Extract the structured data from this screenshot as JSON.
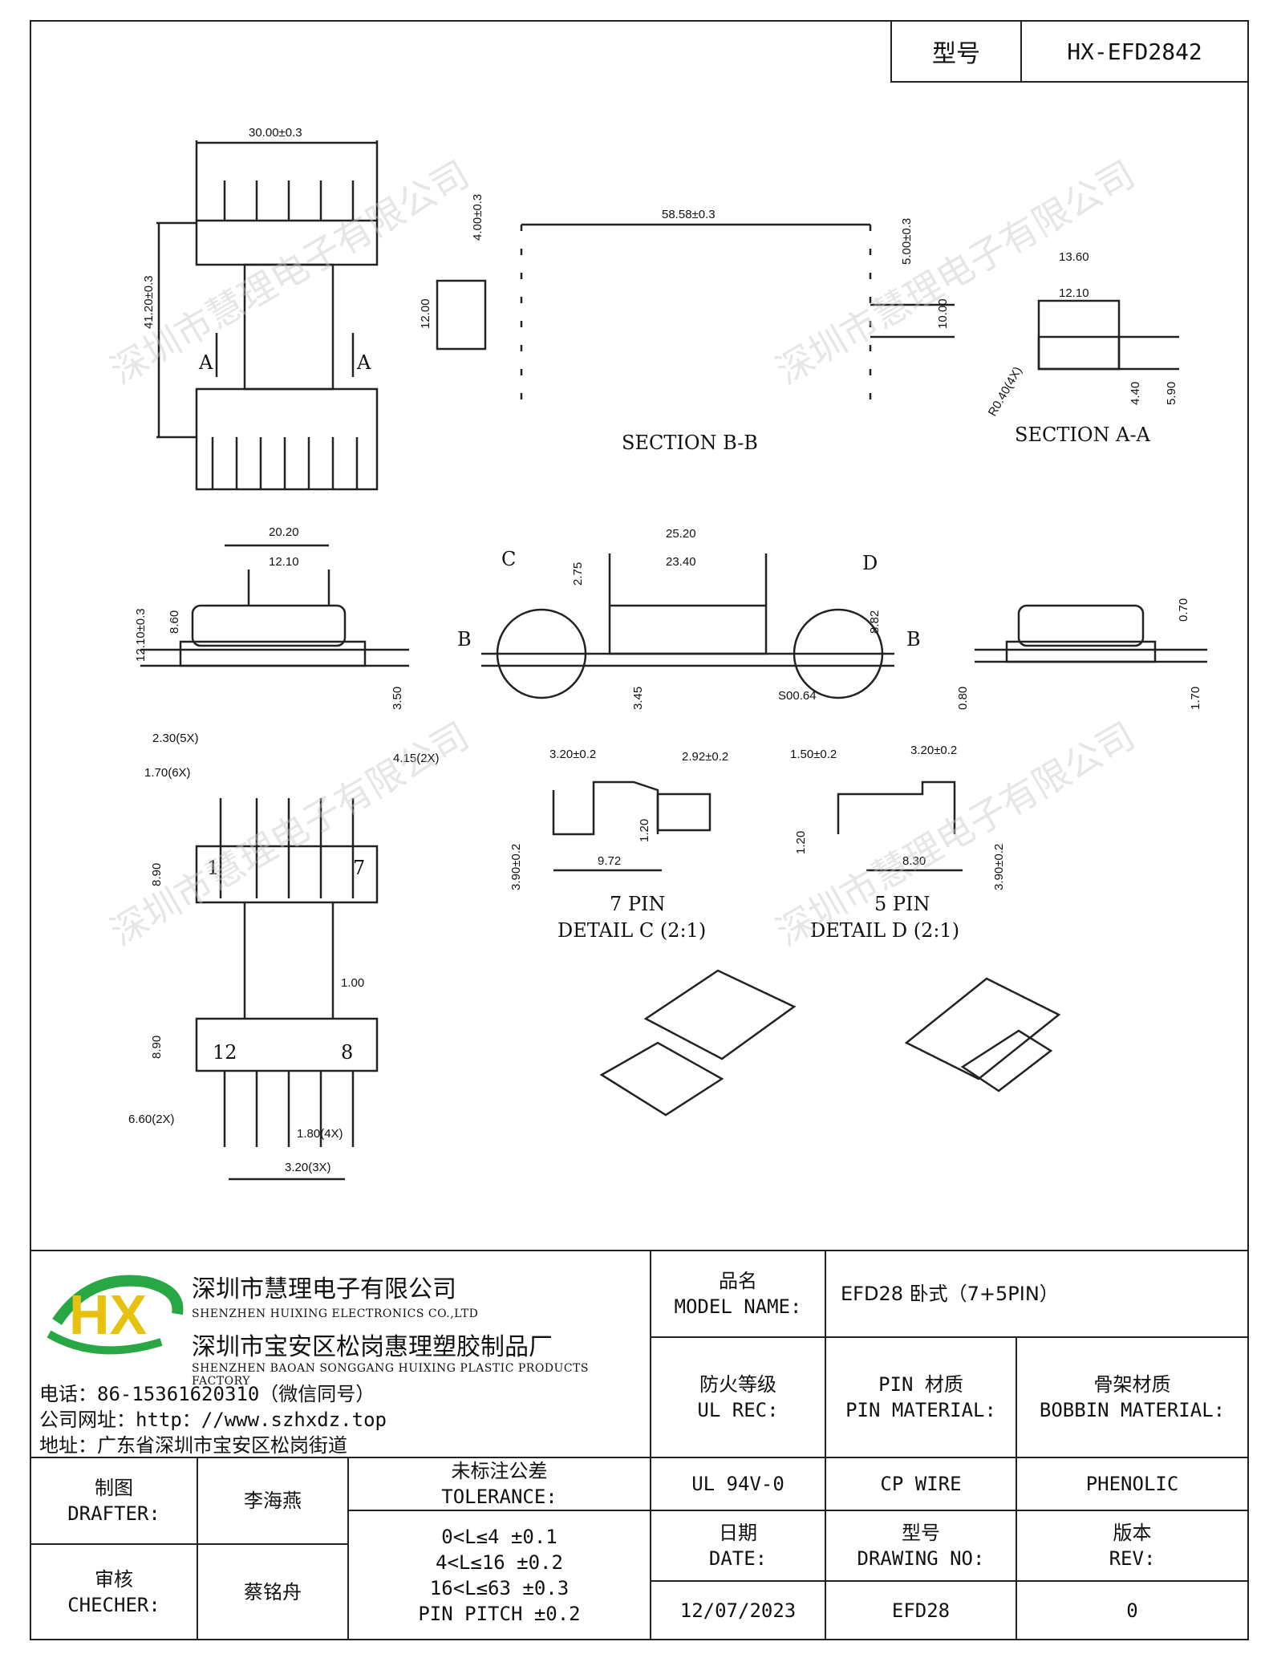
{
  "header": {
    "model_label": "型号",
    "model_value": "HX-EFD2842"
  },
  "drawing": {
    "dims_top_left": {
      "width": "30.00±0.3",
      "height": "41.20±0.3",
      "section_label_a": "A"
    },
    "section_bb": {
      "title": "SECTION B-B",
      "width": "58.58±0.3",
      "k": "4.00±0.3",
      "h1": "12.00",
      "h2": "5.00±0.3",
      "h3": "10.00"
    },
    "section_aa": {
      "title": "SECTION A-A",
      "w1": "13.60",
      "w2": "12.10",
      "r": "R0.40(4X)",
      "d1": "4.40",
      "d2": "5.90"
    },
    "mid_left": {
      "w1": "20.20",
      "w2": "12.10",
      "h1": "12.10±0.3",
      "h2": "8.60",
      "h3": "3.50"
    },
    "mid_center": {
      "c": "C",
      "d": "D",
      "b": "B",
      "w1": "25.20",
      "w2": "23.40",
      "h1": "2.75",
      "h2": "3.45",
      "h3": "8.82",
      "m": "S00.64"
    },
    "mid_right": {
      "h1": "0.70",
      "h2": "0.80",
      "h3": "1.70"
    },
    "bottom_left": {
      "d1": "2.30(5X)",
      "d2": "1.70(6X)",
      "d3": "4.15(2X)",
      "h1": "8.90",
      "h2": "8.90",
      "p1": "1",
      "p7": "7",
      "p12": "12",
      "p8": "8",
      "d4": "1.00",
      "d5": "6.60(2X)",
      "d6": "1.80(4X)",
      "d7": "3.20(3X)"
    },
    "detail_c": {
      "a": "3.20±0.2",
      "b": "2.92±0.2",
      "h": "3.90±0.2",
      "c": "1.20",
      "w": "9.72",
      "t1": "7 PIN",
      "t2": "DETAIL C (2:1)"
    },
    "detail_d": {
      "a": "1.50±0.2",
      "b": "3.20±0.2",
      "h": "1.20",
      "c": "3.90±0.2",
      "w": "8.30",
      "t1": "5 PIN",
      "t2": "DETAIL D (2:1)"
    },
    "watermark": "深圳市慧理电子有限公司"
  },
  "title_block": {
    "company_cn1": "深圳市慧理电子有限公司",
    "company_en1": "SHENZHEN HUIXING ELECTRONICS CO.,LTD",
    "company_cn2": "深圳市宝安区松岗惠理塑胶制品厂",
    "company_en2": "SHENZHEN BAOAN SONGGANG HUIXING PLASTIC PRODUCTS FACTORY",
    "phone": "电话：86-15361620310（微信同号）",
    "website": "公司网址：http：//www.szhxdz.top",
    "address": "地址：广东省深圳市宝安区松岗街道",
    "model_name_label_cn": "品名",
    "model_name_label_en": "MODEL NAME:",
    "model_name_value": "EFD28 卧式（7+5PIN）",
    "ul_label_cn": "防火等级",
    "ul_label_en": "UL REC:",
    "pin_label_cn": "PIN 材质",
    "pin_label_en": "PIN MATERIAL:",
    "bobbin_label_cn": "骨架材质",
    "bobbin_label_en": "BOBBIN MATERIAL:",
    "ul_value": "UL 94V-0",
    "pin_value": "CP WIRE",
    "bobbin_value": "PHENOLIC",
    "drafter_cn": "制图",
    "drafter_en": "DRAFTER:",
    "drafter_name": "李海燕",
    "checker_cn": "审核",
    "checker_en": "CHECHER:",
    "checker_name": "蔡铭舟",
    "tol_cn": "未标注公差",
    "tol_en": "TOLERANCE:",
    "tol_1": "0<L≤4  ±0.1",
    "tol_2": "4<L≤16 ±0.2",
    "tol_3": "16<L≤63 ±0.3",
    "tol_4": "PIN PITCH ±0.2",
    "date_cn": "日期",
    "date_en": "DATE:",
    "date_value": "12/07/2023",
    "dwg_cn": "型号",
    "dwg_en": "DRAWING NO:",
    "dwg_value": "EFD28",
    "rev_cn": "版本",
    "rev_en": "REV:",
    "rev_value": "0",
    "logo_text": "HX"
  }
}
